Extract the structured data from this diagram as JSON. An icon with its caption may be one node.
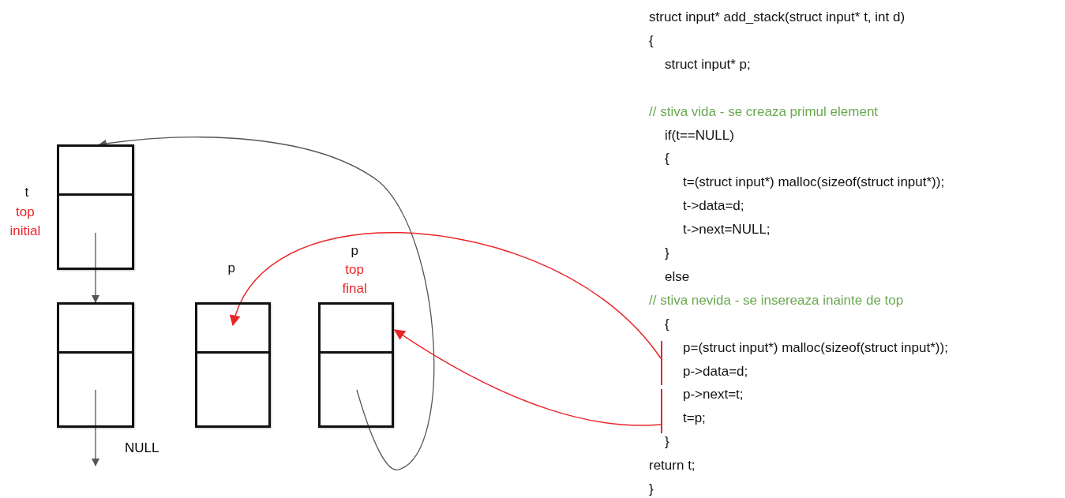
{
  "diagram": {
    "nodes": [
      {
        "text": [],
        "shape": "box",
        "beside": [
          "t",
          "top initial"
        ]
      },
      {
        "text": [],
        "shape": "box"
      },
      {
        "text": [],
        "shape": "box",
        "beside": [
          "p"
        ]
      },
      {
        "text": [],
        "shape": "box",
        "beside": [
          "p",
          "top final"
        ]
      },
      {
        "text": [],
        "shape": "bar"
      },
      {
        "text": [],
        "shape": "bar"
      }
    ],
    "edges": [
      {
        "from": 0,
        "to": 1,
        "arrow": "to"
      },
      {
        "from": 1,
        "to": null,
        "arrow": "to",
        "label": "NULL"
      },
      {
        "from": 3,
        "to": 0,
        "arrow": "to"
      },
      {
        "from": 4,
        "to": 2,
        "arrow": "to",
        "color": "#e8262a"
      },
      {
        "from": 5,
        "to": 3,
        "arrow": "to",
        "color": "#e8262a"
      }
    ],
    "labels": [
      "struct input* add_stack(struct input* t, int d)",
      "{",
      "struct input* p;",
      "// stiva vida - se creaza primul element",
      "if(t==NULL)",
      "{",
      "t=(struct input*) malloc(sizeof(struct input*));",
      "t->data=d;",
      "t->next=NULL;",
      "}",
      "else",
      "// stiva nevida - se insereaza inainte de top",
      "{",
      "p=(struct input*) malloc(sizeof(struct input*));",
      "p->data=d;",
      "p->next=t;",
      "t=p;",
      "}",
      "return t;",
      "}"
    ]
  }
}
